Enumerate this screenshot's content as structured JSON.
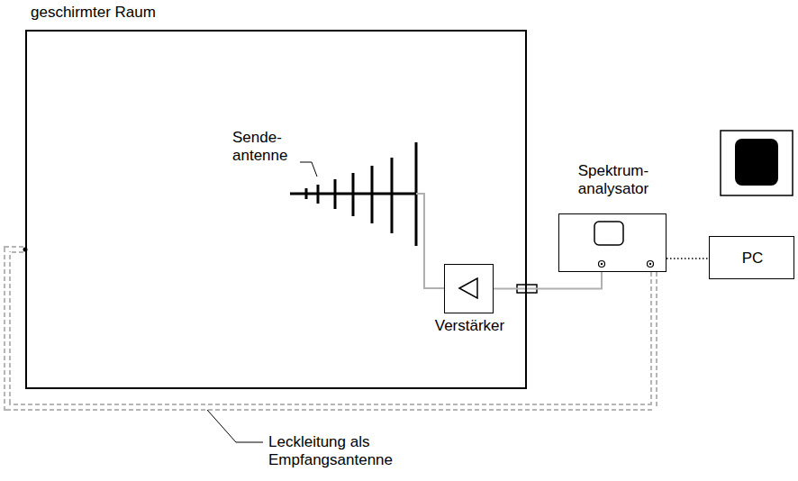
{
  "diagram": {
    "nodes": [
      {
        "text": [
          "geschirmter Raum"
        ]
      },
      {
        "text": [
          "Verstärker"
        ],
        "in": 0
      },
      {
        "text": [
          "Spektrum- analysator"
        ]
      },
      {
        "text": [
          "PC"
        ]
      }
    ],
    "edges": [
      {
        "from": 1,
        "to": 2,
        "arrow": "none"
      },
      {
        "from": 2,
        "to": 0,
        "arrow": "none"
      },
      {
        "from": 2,
        "to": 3,
        "arrow": "none"
      }
    ],
    "labels": [
      "Sende- antenne",
      "Leckleitung als Empfangsantenne"
    ]
  }
}
